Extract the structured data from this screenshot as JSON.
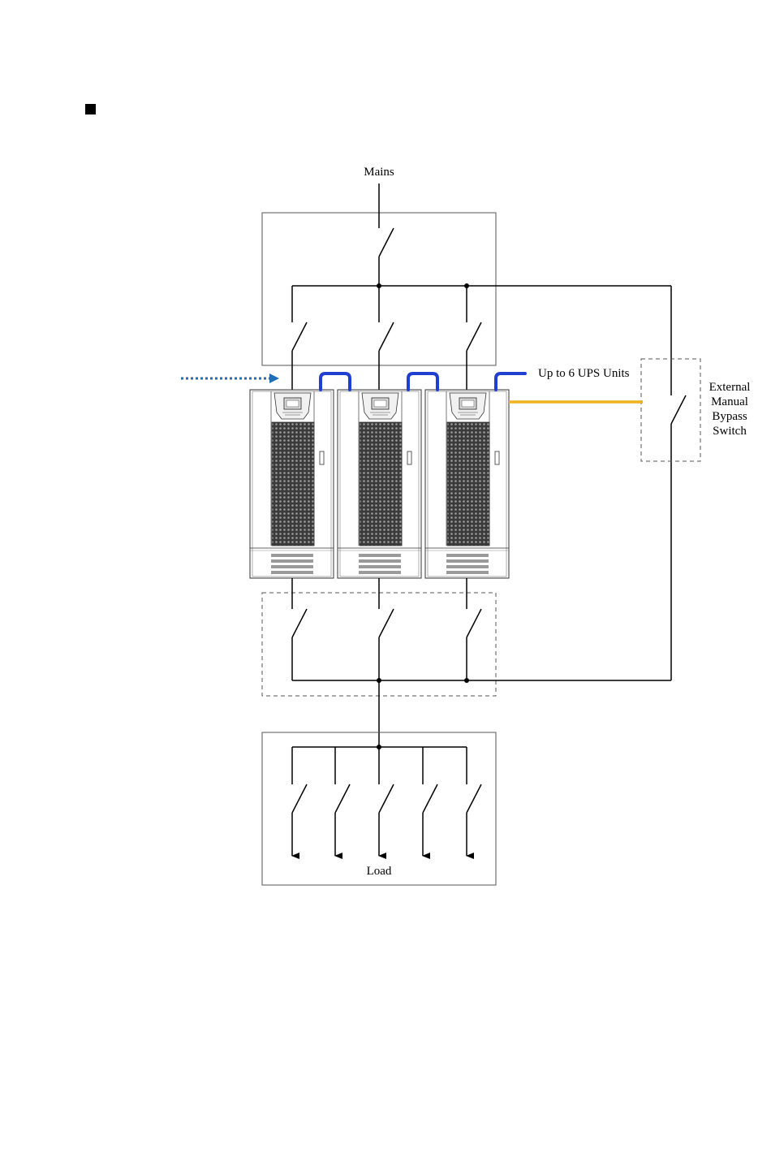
{
  "diagram": {
    "mains_label": "Mains",
    "load_label": "Load",
    "ups_units_label": "Up to 6 UPS Units",
    "bypass_label_lines": [
      "External",
      "Manual",
      "Bypass",
      "Switch"
    ],
    "ups_count_drawn": 3,
    "load_branch_count": 5,
    "colors": {
      "line": "#000000",
      "parallel_cable": "#1f3fd0",
      "bypass_signal": "#f2b21c",
      "input_arrow": "#1c6fb8",
      "enclosure_border": "#555555"
    }
  }
}
